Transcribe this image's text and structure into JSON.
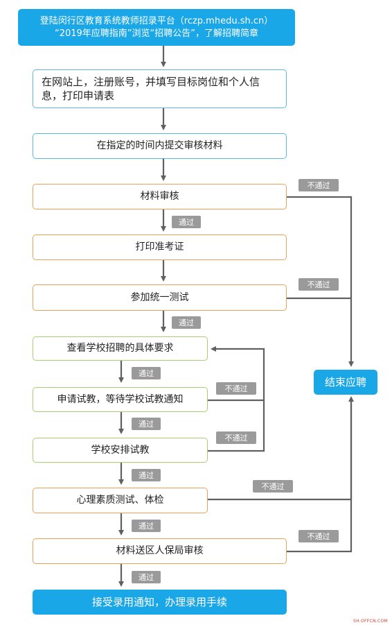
{
  "nodes": {
    "n1_line1": "登陆闵行区教育系统教师招录平台（rczp.mhedu.sh.cn）",
    "n1_line2": "“2019年应聘指南”浏览“招聘公告”，了解招聘简章",
    "n2_line1": "在网站上，注册账号，并填写目标岗位和个人信",
    "n2_line2": "息，打印申请表",
    "n3": "在指定的时间内提交审核材料",
    "n4": "材料审核",
    "n5": "打印准考证",
    "n6": "参加统一测试",
    "n7": "查看学校招聘的具体要求",
    "n8": "申请试教，等待学校试教通知",
    "n9": "学校安排试教",
    "n10": "心理素质测试、体检",
    "n11": "材料送区人保局审核",
    "n12": "接受录用通知，办理录用手续",
    "end": "结束应聘"
  },
  "labels": {
    "pass": "通过",
    "fail": "不通过"
  },
  "colors": {
    "primary_fill": "#1aa7e8",
    "blue_border": "#5cb8e0",
    "orange_border": "#e9a25a",
    "green_border": "#a9cf74",
    "arrow": "#606060",
    "badge": "#9a9a9a"
  },
  "watermark": "SH.OFFCN.COM"
}
